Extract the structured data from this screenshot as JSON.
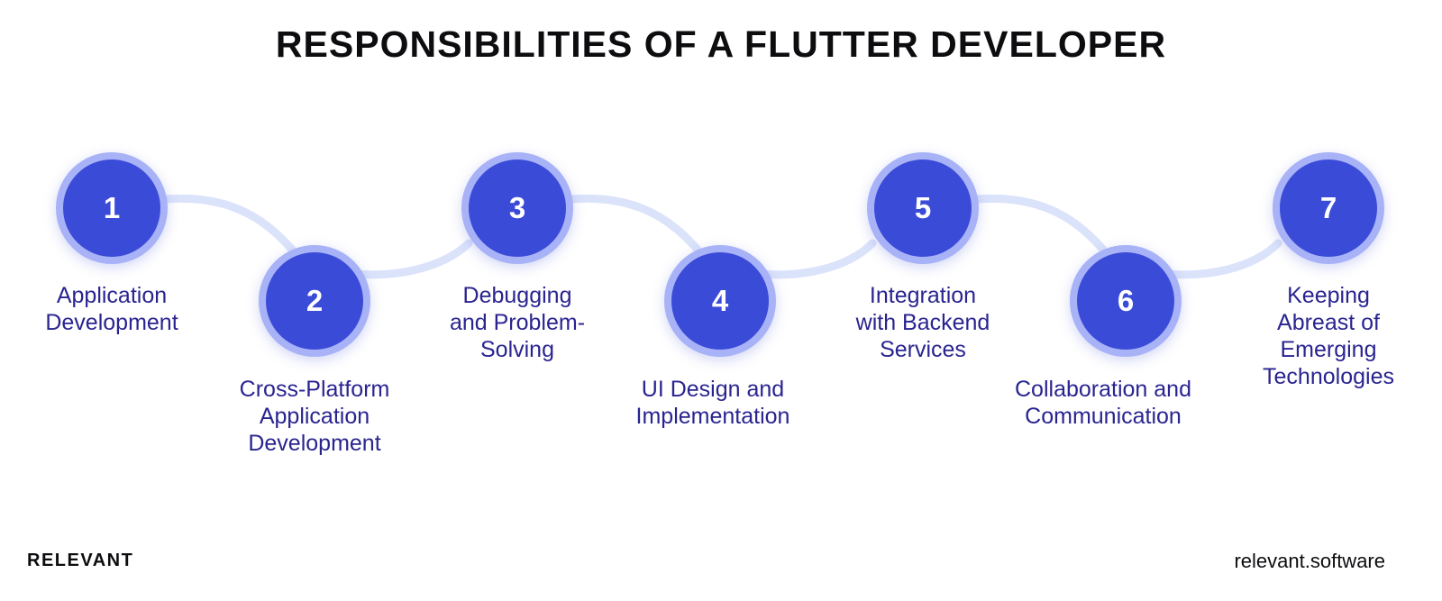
{
  "title": "RESPONSIBILITIES OF A FLUTTER DEVELOPER",
  "steps": [
    {
      "number": "1",
      "label": "Application\nDevelopment"
    },
    {
      "number": "2",
      "label": "Cross-Platform\nApplication\nDevelopment"
    },
    {
      "number": "3",
      "label": "Debugging\nand Problem-\nSolving"
    },
    {
      "number": "4",
      "label": "UI Design and\nImplementation"
    },
    {
      "number": "5",
      "label": "Integration\nwith Backend\nServices"
    },
    {
      "number": "6",
      "label": "Collaboration and\nCommunication"
    },
    {
      "number": "7",
      "label": "Keeping\nAbreast of\nEmerging\nTechnologies"
    }
  ],
  "footer": {
    "brand": "RELEVANT",
    "website": "relevant.software"
  },
  "colors": {
    "circle_fill": "#3a4bd8",
    "circle_ring": "#a8b2f7",
    "connector": "#dbe3fb",
    "label_text": "#2a2490"
  }
}
